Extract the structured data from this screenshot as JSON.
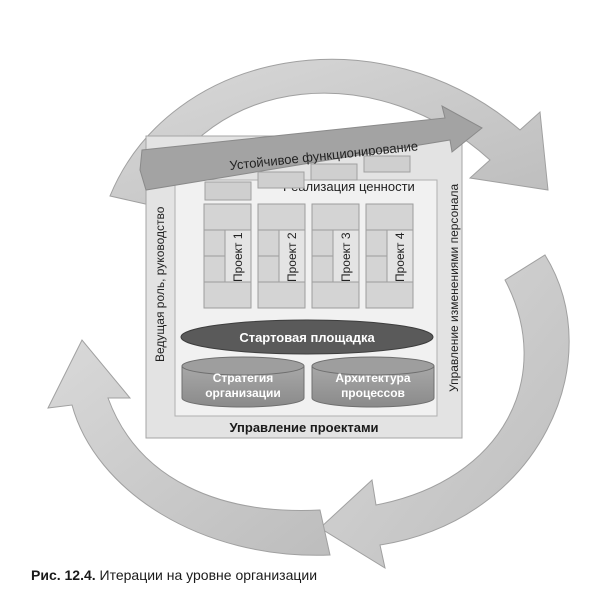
{
  "diagram": {
    "top_arrow_label": "Устойчивое функционирование",
    "value_label": "Реализация ценности",
    "left_side_label": "Ведущая роль, руководство",
    "right_side_label": "Управление изменениями персонала",
    "bottom_label": "Управление проектами",
    "launchpad_label": "Стартовая площадка",
    "strategy_label": [
      "Стратегия",
      "организации"
    ],
    "architecture_label": [
      "Архитектура",
      "процессов"
    ],
    "projects": [
      "Проект 1",
      "Проект 2",
      "Проект 3",
      "Проект 4"
    ]
  },
  "caption": {
    "label": "Рис. 12.4.",
    "text": "Итерации на уровне организации"
  }
}
